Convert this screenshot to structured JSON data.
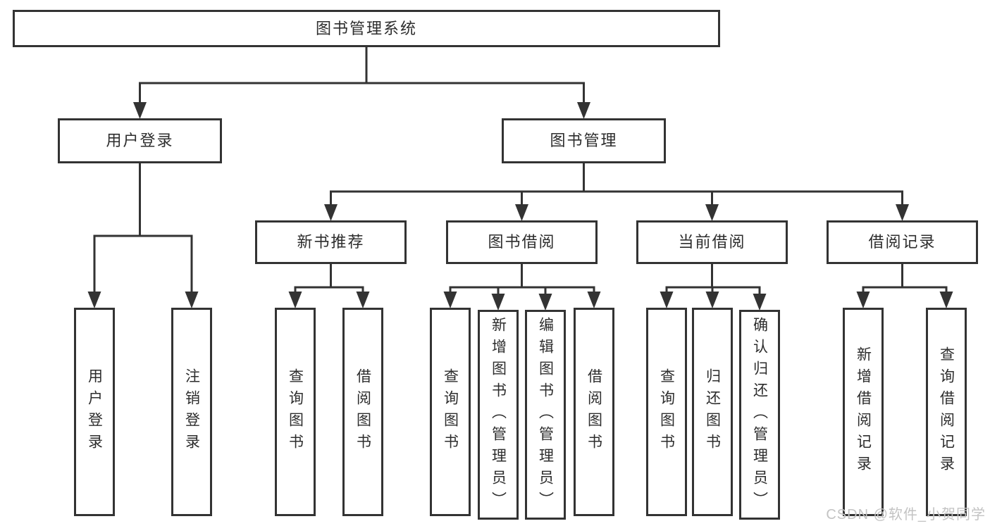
{
  "diagram": {
    "type": "tree",
    "title": "图书管理系统"
  },
  "nodes": [
    {
      "id": "system",
      "label": "图书管理系统"
    },
    {
      "id": "user-login",
      "label": "用户登录"
    },
    {
      "id": "book-mgmt",
      "label": "图书管理"
    },
    {
      "id": "new-book-rec",
      "label": "新书推荐"
    },
    {
      "id": "book-borrow",
      "label": "图书借阅"
    },
    {
      "id": "current-borrow",
      "label": "当前借阅"
    },
    {
      "id": "borrow-records",
      "label": "借阅记录"
    },
    {
      "id": "leaf-user-login",
      "label": "用户登录"
    },
    {
      "id": "leaf-logout",
      "label": "注销登录"
    },
    {
      "id": "leaf-query-book-1",
      "label": "查询图书"
    },
    {
      "id": "leaf-borrow-book-1",
      "label": "借阅图书"
    },
    {
      "id": "leaf-query-book-2",
      "label": "查询图书"
    },
    {
      "id": "leaf-add-book",
      "label": "新增图书（管理员）"
    },
    {
      "id": "leaf-edit-book",
      "label": "编辑图书（管理员）"
    },
    {
      "id": "leaf-borrow-book-2",
      "label": "借阅图书"
    },
    {
      "id": "leaf-query-book-3",
      "label": "查询图书"
    },
    {
      "id": "leaf-return-book",
      "label": "归还图书"
    },
    {
      "id": "leaf-confirm-return",
      "label": "确认归还（管理员）"
    },
    {
      "id": "leaf-add-record",
      "label": "新增借阅记录"
    },
    {
      "id": "leaf-query-record",
      "label": "查询借阅记录"
    }
  ],
  "hierarchy": [
    {
      "parent": "system",
      "children": [
        "user-login",
        "book-mgmt"
      ]
    },
    {
      "parent": "user-login",
      "children": [
        "leaf-user-login",
        "leaf-logout"
      ]
    },
    {
      "parent": "book-mgmt",
      "children": [
        "new-book-rec",
        "book-borrow",
        "current-borrow",
        "borrow-records"
      ]
    },
    {
      "parent": "new-book-rec",
      "children": [
        "leaf-query-book-1",
        "leaf-borrow-book-1"
      ]
    },
    {
      "parent": "book-borrow",
      "children": [
        "leaf-query-book-2",
        "leaf-add-book",
        "leaf-edit-book",
        "leaf-borrow-book-2"
      ]
    },
    {
      "parent": "current-borrow",
      "children": [
        "leaf-query-book-3",
        "leaf-return-book",
        "leaf-confirm-return"
      ]
    },
    {
      "parent": "borrow-records",
      "children": [
        "leaf-add-record",
        "leaf-query-record"
      ]
    }
  ],
  "watermark": {
    "text": "CSDN @软件_小贺同学"
  },
  "colors": {
    "line": "#333333",
    "box_border": "#333333",
    "text": "#2d2d2d",
    "watermark": "#c3c3c3",
    "background": "#ffffff"
  }
}
